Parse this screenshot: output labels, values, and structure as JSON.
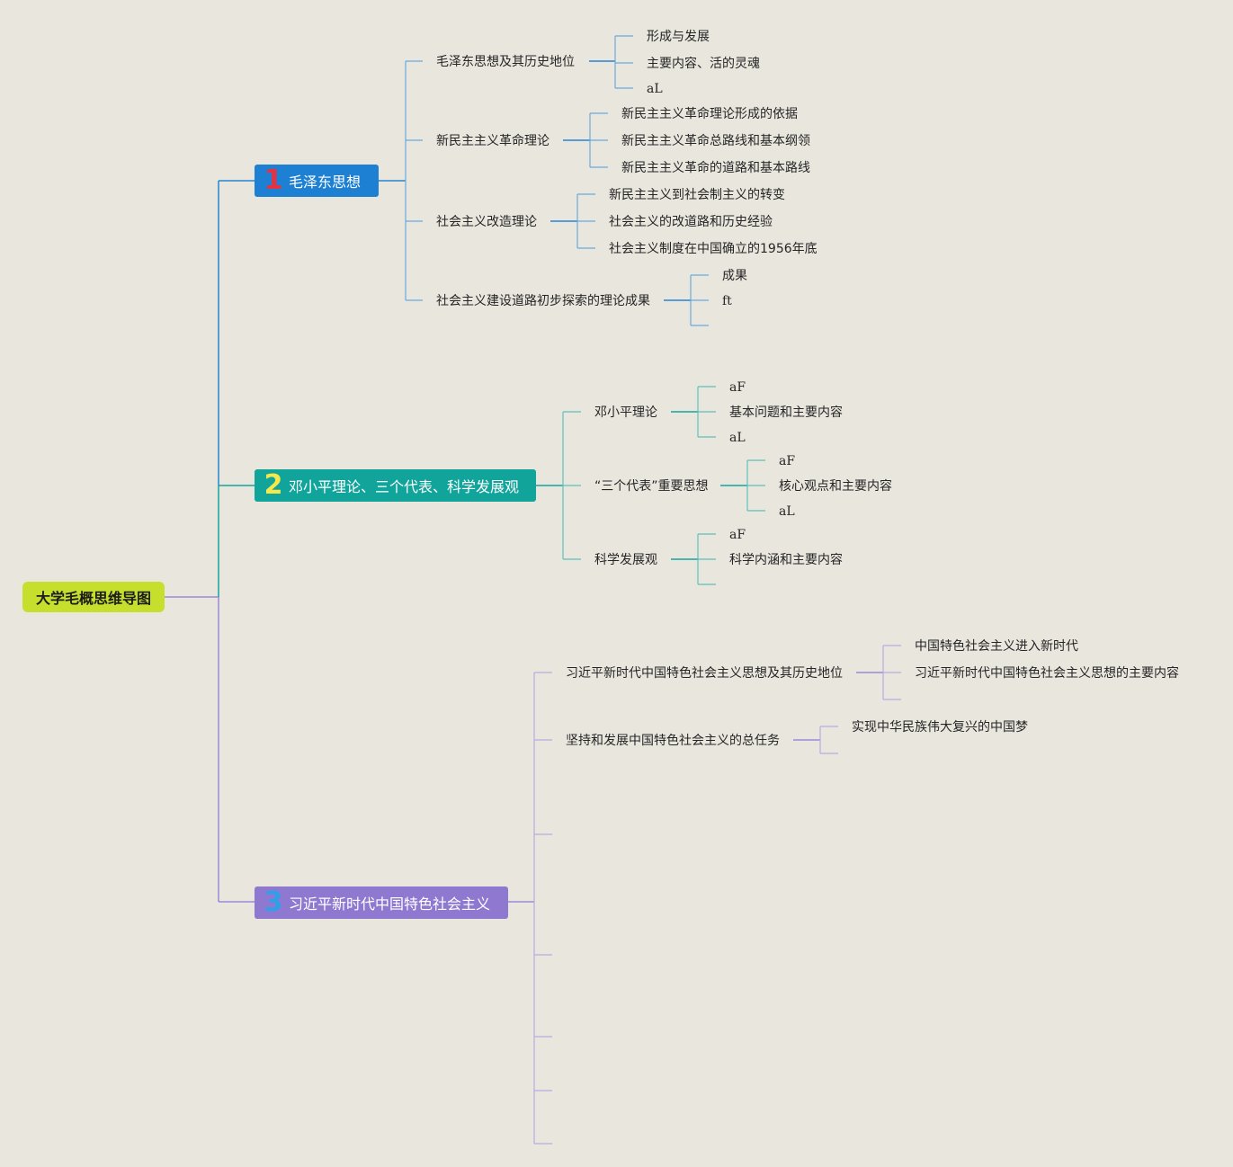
{
  "root": "大学毛概思维导图",
  "colors": {
    "background": "#e9e6de",
    "root": "#c6de2c",
    "branch1": "#1d80d3",
    "branch2": "#11a49b",
    "branch3": "#8f79d0",
    "num1": "#e33244",
    "num2": "#f6e74a",
    "num3": "#2fa0e8",
    "line_root": "#9a88d8",
    "line1": "#2783cf",
    "line1_light": "#6aa9dd",
    "line2": "#14a59d",
    "line2_light": "#5fc0b9",
    "line3": "#9a88d8",
    "line3_light": "#b8abe3"
  },
  "branches": [
    {
      "num": "1",
      "label": "毛泽东思想",
      "topics": [
        {
          "label": "毛泽东思想及其历史地位",
          "children": [
            "形成与发展",
            "主要内容、活的灵魂",
            "aL"
          ]
        },
        {
          "label": "新民主主义革命理论",
          "children": [
            "新民主主义革命理论形成的依据",
            "新民主主义革命总路线和基本纲领",
            "新民主主义革命的道路和基本路线"
          ]
        },
        {
          "label": "社会主义改造理论",
          "children": [
            "新民主主义到社会制主义的转变",
            "社会主义的改道路和历史经验",
            "社会主义制度在中国确立的1956年底"
          ]
        },
        {
          "label": "社会主义建设道路初步探索的理论成果",
          "children": [
            "成果",
            "ft"
          ]
        }
      ]
    },
    {
      "num": "2",
      "label": "邓小平理论、三个代表、科学发展观",
      "topics": [
        {
          "label": "邓小平理论",
          "children": [
            "aF",
            "基本问题和主要内容",
            "aL"
          ]
        },
        {
          "label": "“三个代表”重要思想",
          "children": [
            "aF",
            "核心观点和主要内容",
            "aL"
          ]
        },
        {
          "label": "科学发展观",
          "children": [
            "aF",
            "科学内涵和主要内容"
          ]
        }
      ]
    },
    {
      "num": "3",
      "label": "习近平新时代中国特色社会主义",
      "topics": [
        {
          "label": "习近平新时代中国特色社会主义思想及其历史地位",
          "children": [
            "中国特色社会主义进入新时代",
            "习近平新时代中国特色社会主义思想的主要内容"
          ]
        },
        {
          "label": "坚持和发展中国特色社会主义的总任务",
          "children": [
            "实现中华民族伟大复兴的中国梦"
          ]
        }
      ]
    }
  ]
}
